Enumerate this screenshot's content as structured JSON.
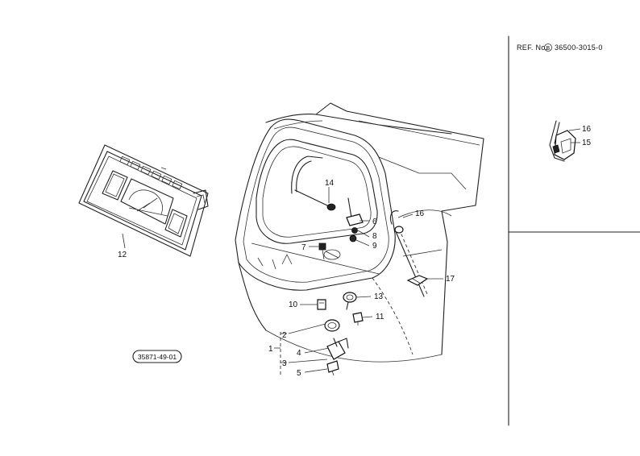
{
  "reference": {
    "prefix": "REF. No.",
    "badge": "B",
    "number": "36500-3015-0"
  },
  "drawing_code": "35871-49-01",
  "callouts": {
    "c1": "1",
    "c2": "2",
    "c3": "3",
    "c4": "4",
    "c5": "5",
    "c6": "6",
    "c7": "7",
    "c8": "8",
    "c9": "9",
    "c10": "10",
    "c11": "11",
    "c12": "12",
    "c13": "13",
    "c14": "14",
    "c16": "16",
    "c17": "17"
  },
  "inset_callouts": {
    "c16": "16",
    "c15": "15"
  }
}
